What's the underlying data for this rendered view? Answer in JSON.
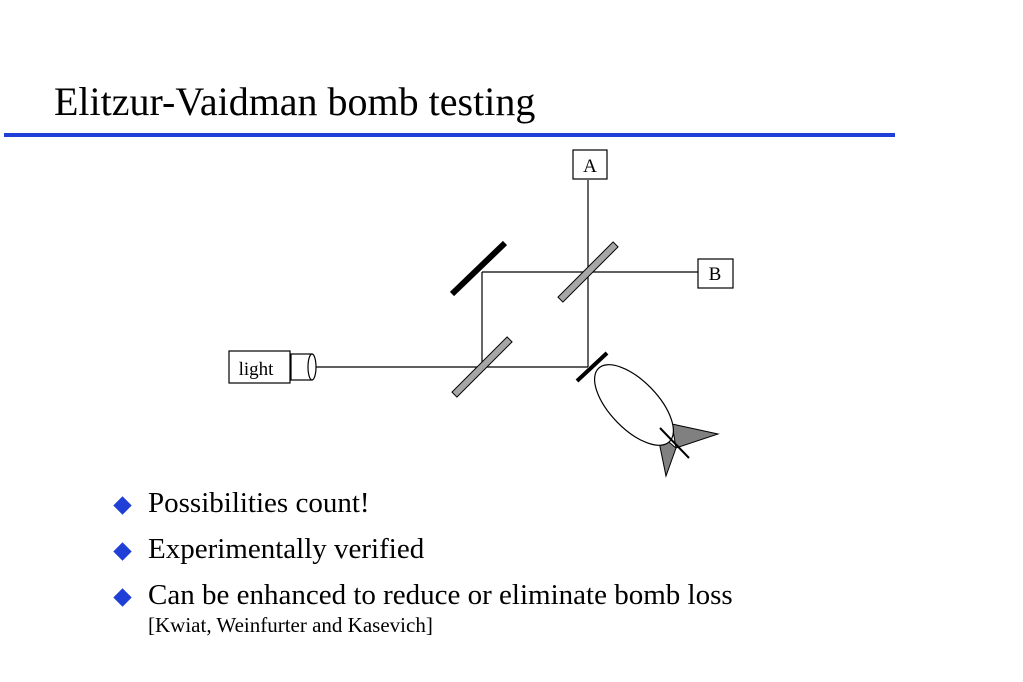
{
  "slide": {
    "title": "Elitzur-Vaidman bomb testing"
  },
  "diagram": {
    "labels": {
      "detector_a": "A",
      "detector_b": "B",
      "source": "light"
    }
  },
  "bullets": [
    {
      "text": "Possibilities count!"
    },
    {
      "text": "Experimentally verified"
    },
    {
      "text": "Can be enhanced to reduce or eliminate bomb loss",
      "sub": "[Kwiat, Weinfurter and Kasevich]"
    }
  ],
  "colors": {
    "accent": "#1f3fd6",
    "beam_splitter": "#a6a6a6",
    "bomb_fin": "#808080"
  }
}
